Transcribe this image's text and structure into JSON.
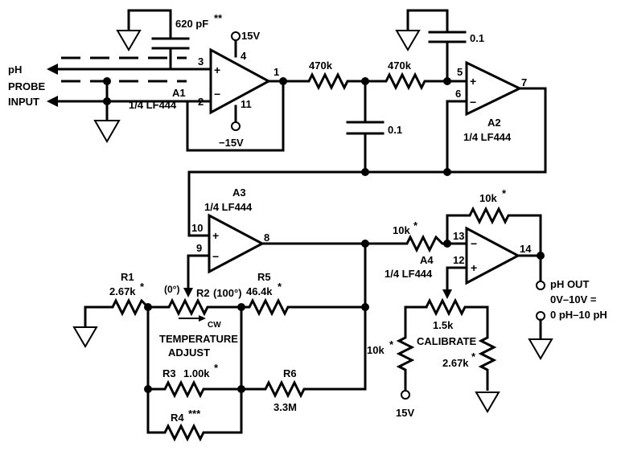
{
  "circuit": {
    "input": {
      "line1": "pH",
      "line2": "PROBE",
      "line3": "INPUT"
    },
    "amplifiers": [
      {
        "name": "A1",
        "part": "1/4 LF444",
        "pins": {
          "noninv": "3",
          "inv": "2",
          "out": "1",
          "vplus": "4",
          "vminus": "11"
        }
      },
      {
        "name": "A2",
        "part": "1/4 LF444",
        "pins": {
          "noninv": "5",
          "inv": "6",
          "out": "7"
        }
      },
      {
        "name": "A3",
        "part": "1/4 LF444",
        "pins": {
          "noninv": "10",
          "inv": "9",
          "out": "8"
        }
      },
      {
        "name": "A4",
        "part": "1/4 LF444",
        "pins": {
          "inv": "13",
          "noninv": "12",
          "out": "14"
        }
      }
    ],
    "supplies": {
      "plus": "15V",
      "minus": "−15V",
      "calib": "15V"
    },
    "signs": {
      "plus": "+",
      "minus": "−"
    },
    "components": {
      "c_guard": "620 pF",
      "c_guard_star": "**",
      "r_filter1": "470k",
      "r_filter2": "470k",
      "c_filter1": "0.1",
      "c_filter2": "0.1",
      "r_a4_in": "10k",
      "r_a4_fb": "10k",
      "star": "*",
      "r1_name": "R1",
      "r1_value": "2.67k",
      "r2_name": "R2",
      "r2_left": "(0°)",
      "r2_right": "(100°)",
      "r2_dir": "CW",
      "r5_name": "R5",
      "r5_value": "46.4k",
      "r3_name": "R3",
      "r3_value": "1.00k",
      "r4_name": "R4",
      "r4_star": "***",
      "r6_name": "R6",
      "r6_value": "3.3M",
      "temp_line1": "TEMPERATURE",
      "temp_line2": "ADJUST",
      "cal_value": "1.5k",
      "cal_label": "CALIBRATE",
      "cal_r_left": "10k",
      "cal_r_right": "2.67k"
    },
    "output": {
      "line1": "pH OUT",
      "line2": "0V–10V =",
      "line3": "0 pH–10 pH"
    }
  }
}
